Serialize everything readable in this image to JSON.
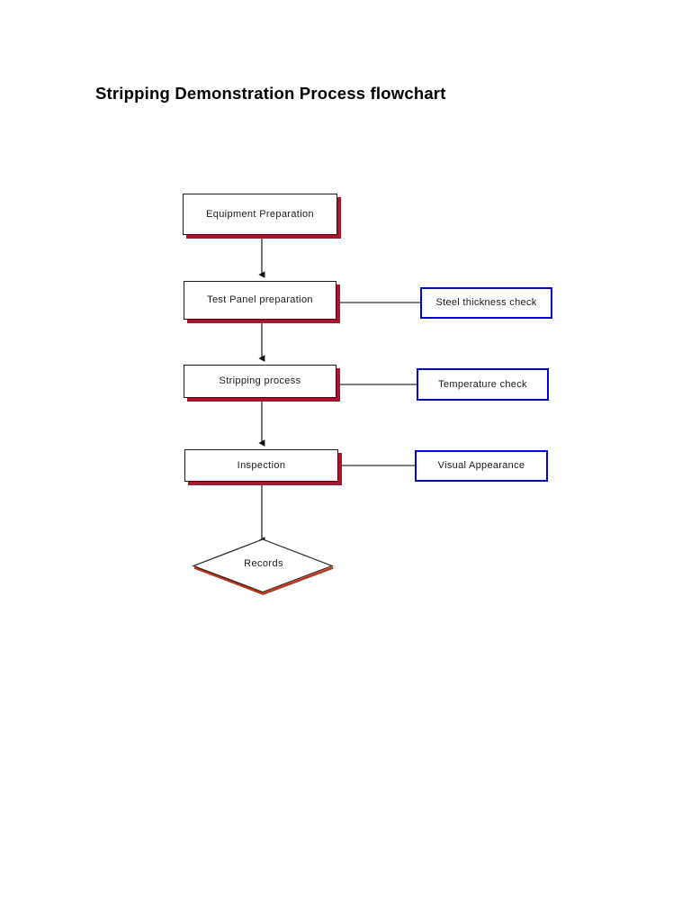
{
  "document": {
    "title": "Stripping Demonstration Process flowchart"
  },
  "diagram": {
    "type": "flowchart",
    "orientation": "top-to-bottom",
    "colors": {
      "process_border": "#1a1a1a",
      "process_shadow": "#b0122e",
      "check_border": "#0000dd",
      "connector": "#333333",
      "text": "#1a1a1a",
      "background": "#ffffff"
    },
    "process_steps": [
      {
        "id": "equipment-preparation",
        "label": "Equipment Preparation",
        "shape": "rectangle"
      },
      {
        "id": "test-panel-preparation",
        "label": "Test Panel preparation",
        "shape": "rectangle"
      },
      {
        "id": "stripping-process",
        "label": "Stripping process",
        "shape": "rectangle"
      },
      {
        "id": "inspection",
        "label": "Inspection",
        "shape": "rectangle"
      },
      {
        "id": "records",
        "label": "Records",
        "shape": "diamond"
      }
    ],
    "check_steps": [
      {
        "id": "steel-thickness-check",
        "label": "Steel thickness check",
        "attached_to": "test-panel-preparation"
      },
      {
        "id": "temperature-check",
        "label": "Temperature check",
        "attached_to": "stripping-process"
      },
      {
        "id": "visual-appearance",
        "label": "Visual Appearance",
        "attached_to": "inspection"
      }
    ],
    "connections": [
      {
        "from": "equipment-preparation",
        "to": "test-panel-preparation",
        "style": "arrow-down"
      },
      {
        "from": "test-panel-preparation",
        "to": "stripping-process",
        "style": "arrow-down"
      },
      {
        "from": "stripping-process",
        "to": "inspection",
        "style": "arrow-down"
      },
      {
        "from": "inspection",
        "to": "records",
        "style": "arrow-down"
      },
      {
        "from": "test-panel-preparation",
        "to": "steel-thickness-check",
        "style": "line-right"
      },
      {
        "from": "stripping-process",
        "to": "temperature-check",
        "style": "line-right"
      },
      {
        "from": "inspection",
        "to": "visual-appearance",
        "style": "line-right"
      }
    ]
  }
}
